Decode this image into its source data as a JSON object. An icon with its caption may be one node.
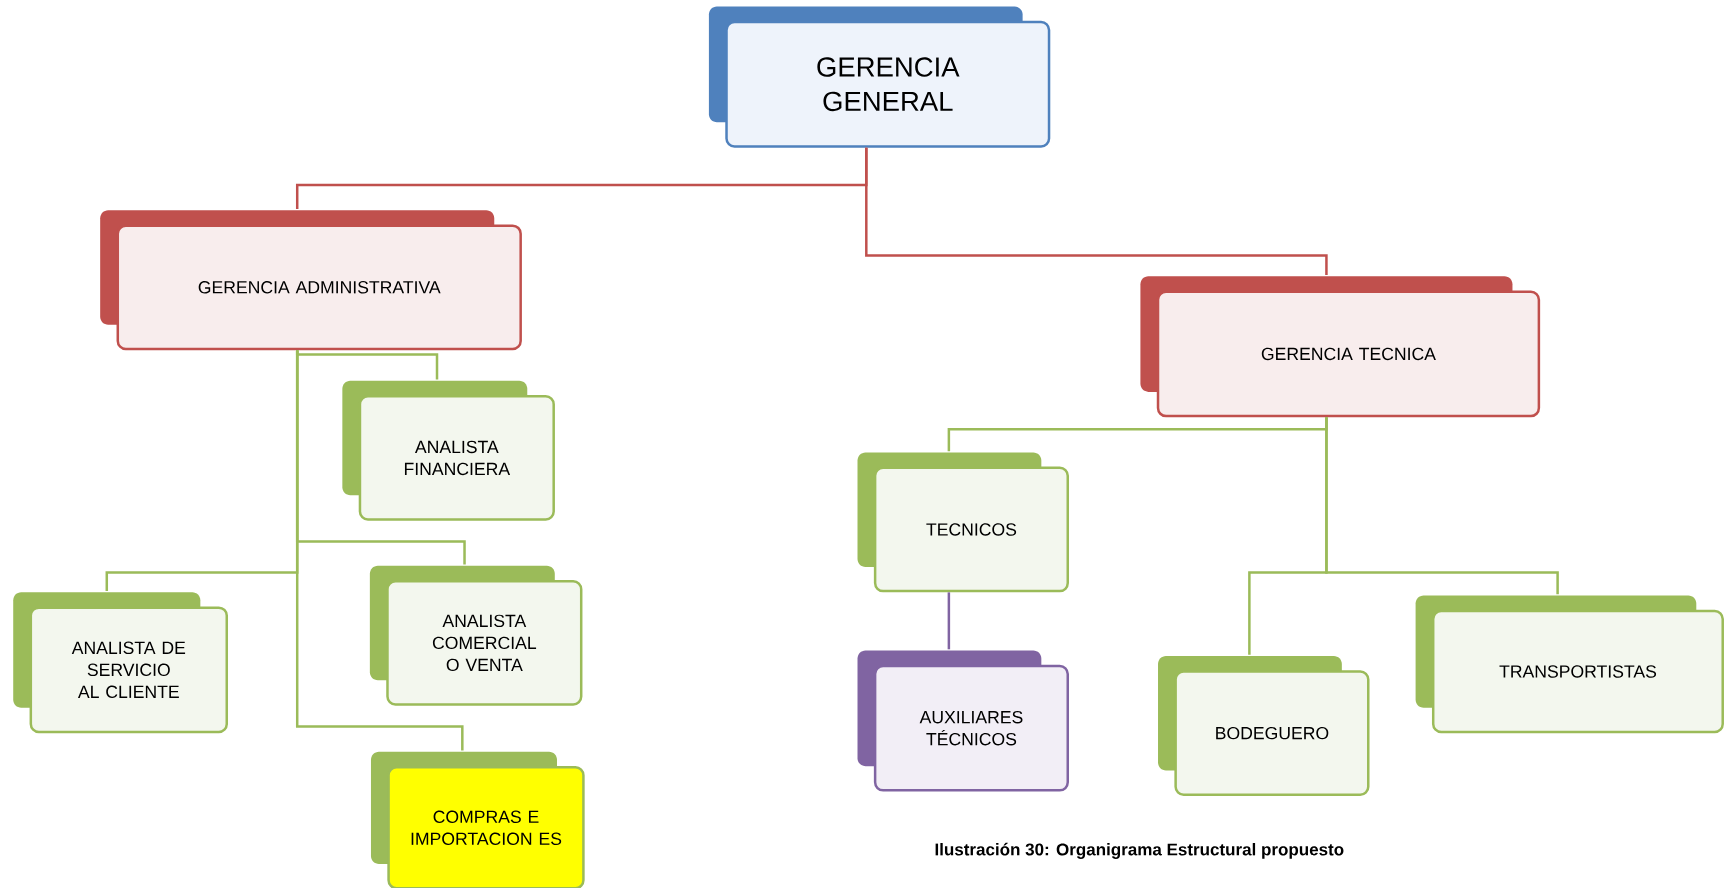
{
  "diagram": {
    "caption": "Ilustración 30: Organigrama Estructural propuesto",
    "nodes": [
      {
        "text": [
          "GERENCIA GENERAL"
        ]
      },
      {
        "text": [
          "GERENCIA ADMINISTRATIVA"
        ]
      },
      {
        "text": [
          "GERENCIA TECNICA"
        ]
      },
      {
        "text": [
          "ANALISTA FINANCIERA"
        ]
      },
      {
        "text": [
          "ANALISTA DE SERVICIO AL CLIENTE"
        ]
      },
      {
        "text": [
          "ANALISTA COMERCIAL O VENTA"
        ]
      },
      {
        "text": [
          "COMPRAS E IMPORTACION ES"
        ]
      },
      {
        "text": [
          "TECNICOS"
        ]
      },
      {
        "text": [
          "AUXILIARES TÉCNICOS"
        ]
      },
      {
        "text": [
          "BODEGUERO"
        ]
      },
      {
        "text": [
          "TRANSPORTISTAS"
        ]
      }
    ],
    "edges": [
      {
        "from": 0,
        "to": 1,
        "arrow": "none",
        "color": "#c0504d"
      },
      {
        "from": 0,
        "to": 2,
        "arrow": "none",
        "color": "#c0504d"
      },
      {
        "from": 1,
        "to": 3,
        "arrow": "none"
      },
      {
        "from": 1,
        "to": 4,
        "arrow": "none"
      },
      {
        "from": 1,
        "to": 5,
        "arrow": "none"
      },
      {
        "from": 1,
        "to": 6,
        "arrow": "none"
      },
      {
        "from": 2,
        "to": 7,
        "arrow": "none"
      },
      {
        "from": 2,
        "to": 9,
        "arrow": "none"
      },
      {
        "from": 2,
        "to": 10,
        "arrow": "none"
      },
      {
        "from": 7,
        "to": 8,
        "arrow": "none",
        "color": "#8064a2"
      }
    ]
  }
}
